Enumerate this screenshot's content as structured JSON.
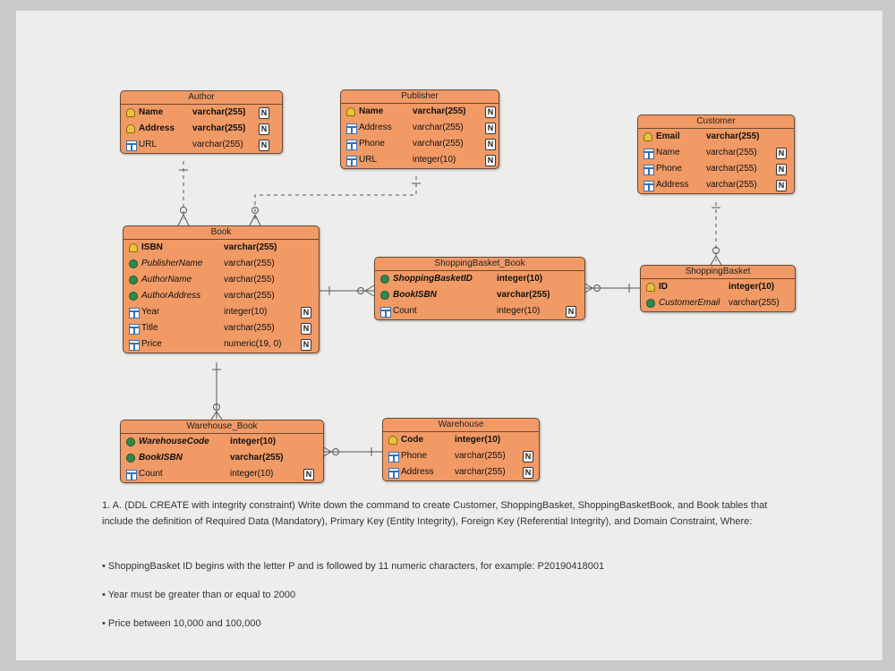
{
  "entities": {
    "author": {
      "title": "Author",
      "rows": [
        {
          "name": "Name",
          "type": "varchar(255)",
          "icon": "key",
          "nn": "N"
        },
        {
          "name": "Address",
          "type": "varchar(255)",
          "icon": "key",
          "nn": "N"
        },
        {
          "name": "URL",
          "type": "varchar(255)",
          "icon": "column",
          "nn": "N"
        }
      ]
    },
    "publisher": {
      "title": "Publisher",
      "rows": [
        {
          "name": "Name",
          "type": "varchar(255)",
          "icon": "key",
          "nn": "N"
        },
        {
          "name": "Address",
          "type": "varchar(255)",
          "icon": "column",
          "nn": "N"
        },
        {
          "name": "Phone",
          "type": "varchar(255)",
          "icon": "column",
          "nn": "N"
        },
        {
          "name": "URL",
          "type": "integer(10)",
          "icon": "column",
          "nn": "N"
        }
      ]
    },
    "customer": {
      "title": "Customer",
      "rows": [
        {
          "name": "Email",
          "type": "varchar(255)",
          "icon": "key",
          "nn": ""
        },
        {
          "name": "Name",
          "type": "varchar(255)",
          "icon": "column",
          "nn": "N"
        },
        {
          "name": "Phone",
          "type": "varchar(255)",
          "icon": "column",
          "nn": "N"
        },
        {
          "name": "Address",
          "type": "varchar(255)",
          "icon": "column",
          "nn": "N"
        }
      ]
    },
    "book": {
      "title": "Book",
      "rows": [
        {
          "name": "ISBN",
          "type": "varchar(255)",
          "icon": "key",
          "nn": ""
        },
        {
          "name": "PublisherName",
          "type": "varchar(255)",
          "icon": "fk",
          "nn": ""
        },
        {
          "name": "AuthorName",
          "type": "varchar(255)",
          "icon": "fk",
          "nn": ""
        },
        {
          "name": "AuthorAddress",
          "type": "varchar(255)",
          "icon": "fk",
          "nn": ""
        },
        {
          "name": "Year",
          "type": "integer(10)",
          "icon": "column",
          "nn": "N"
        },
        {
          "name": "Title",
          "type": "varchar(255)",
          "icon": "column",
          "nn": "N"
        },
        {
          "name": "Price",
          "type": "numeric(19, 0)",
          "icon": "column",
          "nn": "N"
        }
      ]
    },
    "shoppingbasket_book": {
      "title": "ShoppingBasket_Book",
      "rows": [
        {
          "name": "ShoppingBasketID",
          "type": "integer(10)",
          "icon": "pfk",
          "nn": ""
        },
        {
          "name": "BookISBN",
          "type": "varchar(255)",
          "icon": "pfk",
          "nn": ""
        },
        {
          "name": "Count",
          "type": "integer(10)",
          "icon": "column",
          "nn": "N"
        }
      ]
    },
    "shoppingbasket": {
      "title": "ShoppingBasket",
      "rows": [
        {
          "name": "ID",
          "type": "integer(10)",
          "icon": "key",
          "nn": ""
        },
        {
          "name": "CustomerEmail",
          "type": "varchar(255)",
          "icon": "fk",
          "nn": ""
        }
      ]
    },
    "warehouse_book": {
      "title": "Warehouse_Book",
      "rows": [
        {
          "name": "WarehouseCode",
          "type": "integer(10)",
          "icon": "pfk",
          "nn": ""
        },
        {
          "name": "BookISBN",
          "type": "varchar(255)",
          "icon": "pfk",
          "nn": ""
        },
        {
          "name": "Count",
          "type": "integer(10)",
          "icon": "column",
          "nn": "N"
        }
      ]
    },
    "warehouse": {
      "title": "Warehouse",
      "rows": [
        {
          "name": "Code",
          "type": "integer(10)",
          "icon": "key",
          "nn": ""
        },
        {
          "name": "Phone",
          "type": "varchar(255)",
          "icon": "column",
          "nn": "N"
        },
        {
          "name": "Address",
          "type": "varchar(255)",
          "icon": "column",
          "nn": "N"
        }
      ]
    }
  },
  "question": {
    "intro": "1. A. (DDL CREATE with integrity constraint) Write down the command to create Customer, ShoppingBasket, ShoppingBasketBook, and Book tables that include the definition of Required Data (Mandatory), Primary Key (Entity Integrity), Foreign Key (Referential Integrity), and Domain Constraint, Where:",
    "bullets": [
      "ShoppingBasket ID begins with the letter P and is followed by 11 numeric characters, for example: P20190418001",
      "Year must be greater than or equal to 2000",
      "Price between 10,000 and 100,000"
    ]
  },
  "colors": {
    "entity_fill": "#f19a66",
    "entity_border": "#6b4a33",
    "connector": "#555555"
  }
}
